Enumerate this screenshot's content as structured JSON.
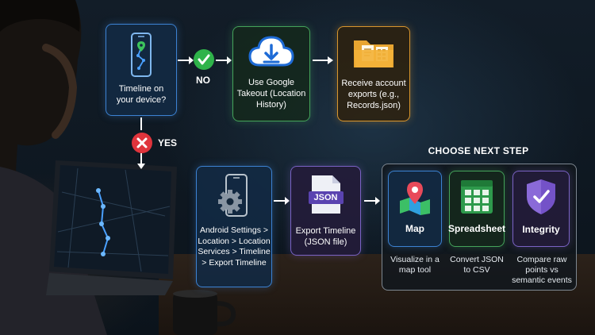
{
  "steps": {
    "timeline_question": "Timeline on your device?",
    "takeout": "Use Google Takeout (Location History)",
    "receive_exports": "Receive account exports (e.g., Records.json)",
    "android_settings": "Android Settings > Location > Location Services > Timeline > Export Timeline",
    "export_timeline": "Export Timeline (JSON file)"
  },
  "branches": {
    "no": "NO",
    "yes": "YES"
  },
  "json_icon_label": "JSON",
  "next_step": {
    "title": "CHOOSE NEXT STEP",
    "options": [
      {
        "label": "Map",
        "description": "Visualize in a map tool",
        "color": "#3c82d2"
      },
      {
        "label": "Spreadsheet",
        "description": "Convert JSON to CSV",
        "color": "#44a35a"
      },
      {
        "label": "Integrity",
        "description": "Compare raw points vs semantic events",
        "color": "#7a62c4"
      }
    ]
  },
  "colors": {
    "blue": "#3c82d2",
    "green": "#44a35a",
    "orange": "#d9962d",
    "purple": "#7a62c4",
    "check": "#2fb34a",
    "cross": "#e0343c"
  }
}
